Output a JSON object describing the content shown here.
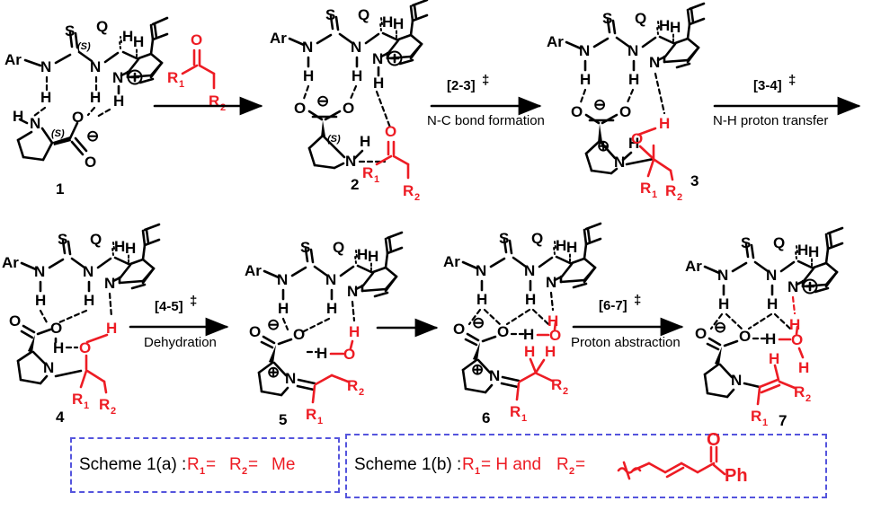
{
  "figure": {
    "type": "reaction-scheme",
    "title": "Proposed catalytic mechanism",
    "colors": {
      "black": "#000000",
      "red": "#ED1C24",
      "legend_border": "#5555DD"
    }
  },
  "labels": {
    "ar": "Ar",
    "S": "S",
    "N": "N",
    "H": "H",
    "O": "O",
    "Q": "Q",
    "stereo_S": "(S)",
    "R1": "R",
    "R2": "R",
    "sub1": "1",
    "sub2": "2",
    "Ph": "Ph",
    "plus": "⊕",
    "minus": "⊖"
  },
  "structures": [
    {
      "id": "s1",
      "number": "1",
      "row": 1
    },
    {
      "id": "s2",
      "number": "2",
      "row": 1
    },
    {
      "id": "s3",
      "number": "3",
      "row": 1
    },
    {
      "id": "s4",
      "number": "4",
      "row": 2
    },
    {
      "id": "s5",
      "number": "5",
      "row": 2
    },
    {
      "id": "s6",
      "number": "6",
      "row": 2
    },
    {
      "id": "s7",
      "number": "7",
      "row": 2
    }
  ],
  "reagent": {
    "name": "ketone",
    "R1": "R",
    "R1sub": "1",
    "R2": "R",
    "R2sub": "2",
    "O": "O"
  },
  "arrows": [
    {
      "id": "a1",
      "top": "",
      "bottom": "",
      "row": 1
    },
    {
      "id": "a2",
      "top": "[2-3]",
      "dagger": "‡",
      "bottom": "N-C bond formation",
      "row": 1
    },
    {
      "id": "a3",
      "top": "[3-4]",
      "dagger": "‡",
      "bottom": "N-H proton transfer",
      "row": 1
    },
    {
      "id": "a4",
      "top": "[4-5]",
      "dagger": "‡",
      "bottom": "Dehydration",
      "row": 2
    },
    {
      "id": "a5",
      "top": "",
      "bottom": "",
      "row": 2
    },
    {
      "id": "a6",
      "top": "[6-7]",
      "dagger": "‡",
      "bottom": "Proton abstraction",
      "row": 2
    }
  ],
  "legend": {
    "a": {
      "prefix": "Scheme 1(a) : ",
      "value_R1": "R",
      "value_R1sub": "1",
      "eq1": " = ",
      "value_R2": "R",
      "value_R2sub": "2",
      "eq2": " = ",
      "group": "Me"
    },
    "b": {
      "prefix": "Scheme 1(b) : ",
      "value_R1": "R",
      "value_R1sub": "1",
      "eq1": " = H and ",
      "value_R2": "R",
      "value_R2sub": "2",
      "eq2": " = ",
      "structure": "enone-phenyl",
      "terminal": "Ph",
      "carbonyl": "O"
    }
  }
}
